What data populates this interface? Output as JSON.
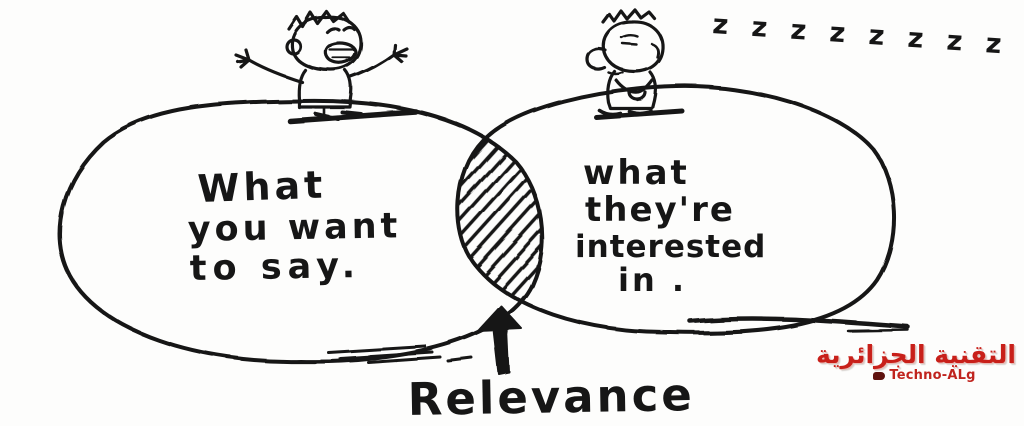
{
  "venn": {
    "left": {
      "lines": [
        "What",
        "you want",
        "to say."
      ]
    },
    "right": {
      "lines": [
        "what",
        "they're",
        "interested",
        "in ."
      ]
    },
    "overlap_label": "Relevance"
  },
  "sleep": {
    "zs": "z z z z z z z z"
  },
  "watermark": {
    "arabic": "التقنية الجزائرية",
    "latin": "Techno-ALg"
  },
  "colors": {
    "ink": "#161616",
    "paper": "#fdfdfc",
    "watermark_red": "#c8201a",
    "watermark_dark": "#5f120e"
  }
}
